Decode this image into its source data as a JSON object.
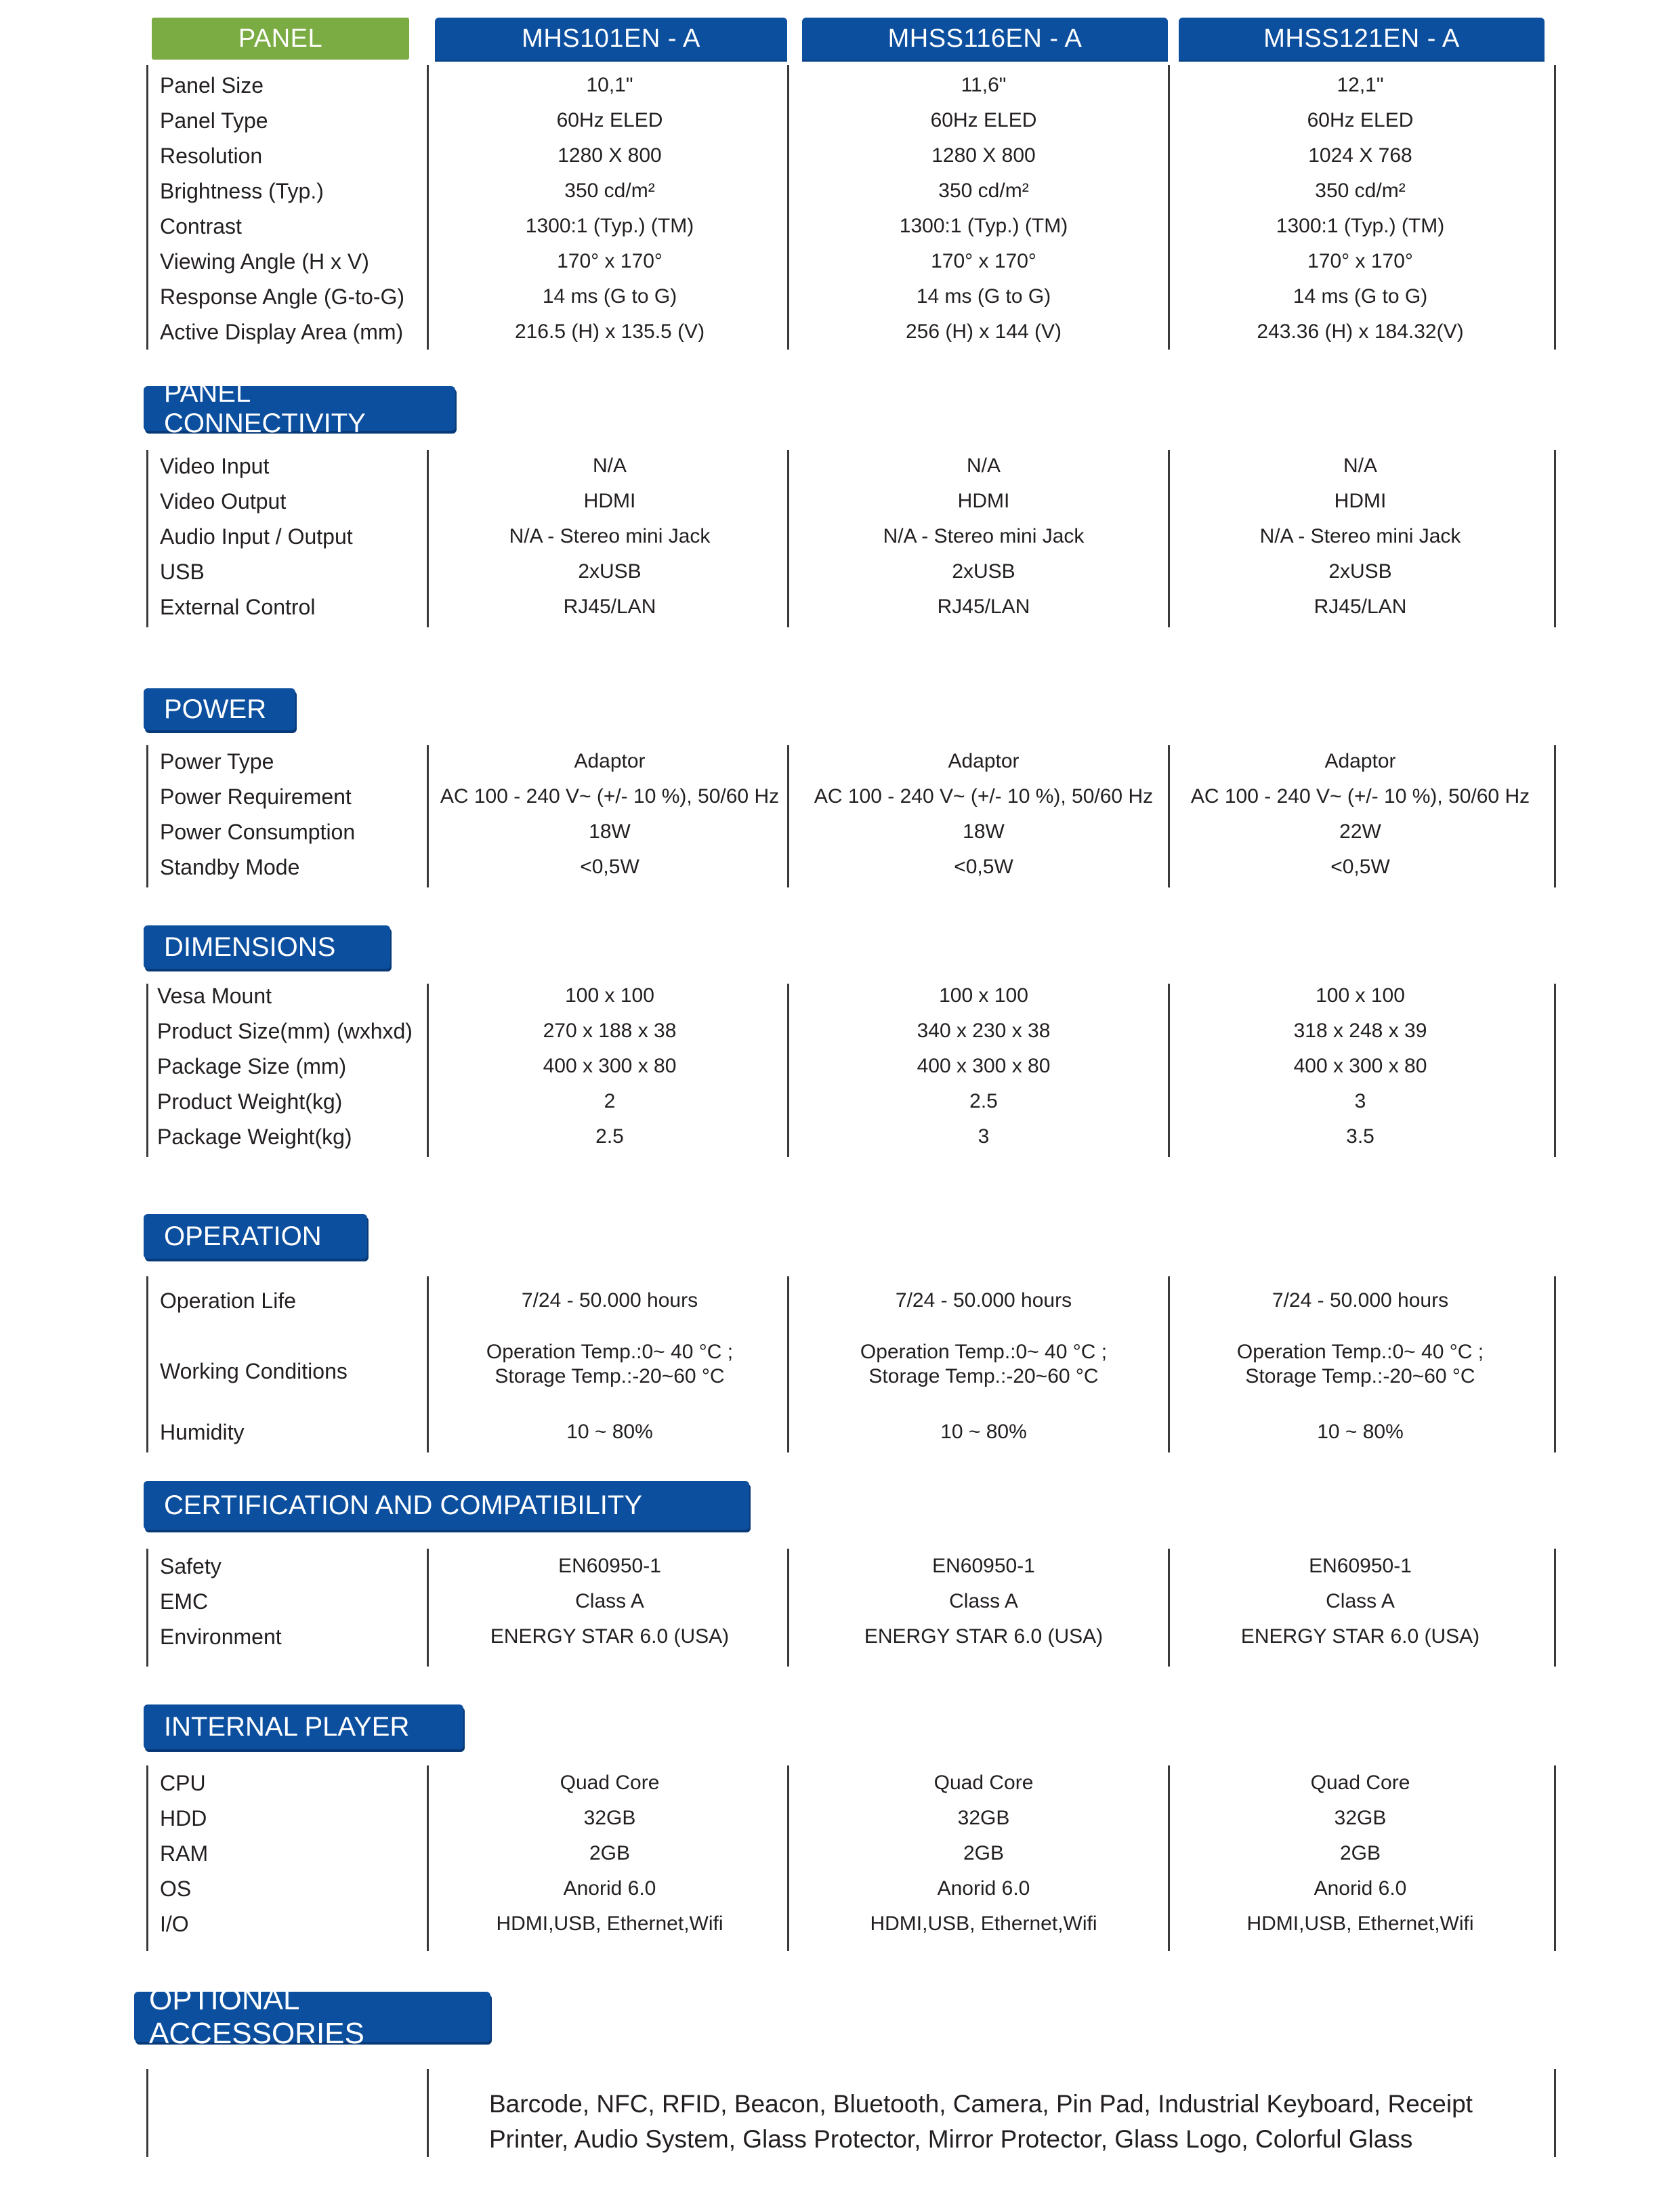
{
  "header": {
    "panel": "PANEL",
    "models": [
      "MHS101EN - A",
      "MHSS116EN - A",
      "MHSS121EN - A"
    ]
  },
  "sections": {
    "panel": {
      "rows": [
        {
          "label": "Panel Size",
          "values": [
            "10,1\"",
            "11,6\"",
            "12,1\""
          ]
        },
        {
          "label": "Panel Type",
          "values": [
            "60Hz ELED",
            "60Hz ELED",
            "60Hz ELED"
          ]
        },
        {
          "label": "Resolution",
          "values": [
            "1280 X 800",
            "1280 X 800",
            "1024 X 768"
          ]
        },
        {
          "label": "Brightness (Typ.)",
          "values": [
            "350 cd/m²",
            "350 cd/m²",
            "350 cd/m²"
          ]
        },
        {
          "label": "Contrast",
          "values": [
            "1300:1 (Typ.) (TM)",
            "1300:1 (Typ.) (TM)",
            "1300:1 (Typ.) (TM)"
          ]
        },
        {
          "label": "Viewing Angle (H x V)",
          "values": [
            "170° x 170°",
            "170° x 170°",
            "170° x 170°"
          ]
        },
        {
          "label": "Response Angle (G-to-G)",
          "values": [
            "14 ms (G to G)",
            "14 ms (G to G)",
            "14 ms (G to G)"
          ]
        },
        {
          "label": "Active Display Area (mm)",
          "values": [
            "216.5 (H) x 135.5 (V)",
            "256 (H) x 144 (V)",
            "243.36 (H) x 184.32(V)"
          ]
        }
      ]
    },
    "connectivity": {
      "title": "PANEL CONNECTIVITY",
      "rows": [
        {
          "label": "Video Input",
          "values": [
            "N/A",
            "N/A",
            "N/A"
          ]
        },
        {
          "label": "Video Output",
          "values": [
            "HDMI",
            "HDMI",
            "HDMI"
          ]
        },
        {
          "label": "Audio Input / Output",
          "values": [
            "N/A - Stereo mini Jack",
            "N/A - Stereo mini Jack",
            "N/A - Stereo mini Jack"
          ]
        },
        {
          "label": "USB",
          "values": [
            "2xUSB",
            "2xUSB",
            "2xUSB"
          ]
        },
        {
          "label": "External Control",
          "values": [
            "RJ45/LAN",
            "RJ45/LAN",
            "RJ45/LAN"
          ]
        }
      ]
    },
    "power": {
      "title": "POWER",
      "rows": [
        {
          "label": "Power Type",
          "values": [
            "Adaptor",
            "Adaptor",
            "Adaptor"
          ]
        },
        {
          "label": "Power Requirement",
          "values": [
            "AC 100 - 240 V~ (+/- 10 %), 50/60 Hz",
            "AC 100 - 240 V~ (+/- 10 %), 50/60 Hz",
            "AC 100 - 240 V~ (+/- 10 %), 50/60 Hz"
          ]
        },
        {
          "label": "Power Consumption",
          "values": [
            "18W",
            "18W",
            "22W"
          ]
        },
        {
          "label": "Standby Mode",
          "values": [
            "<0,5W",
            "<0,5W",
            "<0,5W"
          ]
        }
      ]
    },
    "dimensions": {
      "title": "DIMENSIONS",
      "rows": [
        {
          "label": "Vesa Mount",
          "values": [
            "100 x 100",
            "100 x 100",
            "100 x 100"
          ]
        },
        {
          "label": "Product Size(mm) (wxhxd)",
          "values": [
            "270 x 188 x 38",
            "340 x 230 x 38",
            "318 x 248 x 39"
          ]
        },
        {
          "label": "Package Size (mm)",
          "values": [
            "400 x 300 x 80",
            "400 x 300 x 80",
            "400 x 300 x 80"
          ]
        },
        {
          "label": "Product Weight(kg)",
          "values": [
            "2",
            "2.5",
            "3"
          ]
        },
        {
          "label": "Package Weight(kg)",
          "values": [
            "2.5",
            "3",
            "3.5"
          ]
        }
      ]
    },
    "operation": {
      "title": "OPERATION",
      "rows": [
        {
          "label": "Operation Life",
          "values": [
            "7/24 - 50.000 hours",
            "7/24 - 50.000 hours",
            "7/24 - 50.000 hours"
          ]
        },
        {
          "label": "Working Conditions",
          "values": [
            {
              "line1": "Operation Temp.:0~ 40 °C ;",
              "line2": "Storage Temp.:-20~60 °C"
            },
            {
              "line1": "Operation Temp.:0~ 40 °C ;",
              "line2": "Storage Temp.:-20~60 °C"
            },
            {
              "line1": "Operation Temp.:0~ 40 °C ;",
              "line2": "Storage Temp.:-20~60 °C"
            }
          ]
        },
        {
          "label": "Humidity",
          "values": [
            "10 ~ 80%",
            "10 ~ 80%",
            "10 ~ 80%"
          ]
        }
      ]
    },
    "certification": {
      "title": "CERTIFICATION AND COMPATIBILITY",
      "rows": [
        {
          "label": "Safety",
          "values": [
            "EN60950-1",
            "EN60950-1",
            "EN60950-1"
          ]
        },
        {
          "label": "EMC",
          "values": [
            "Class A",
            "Class A",
            "Class A"
          ]
        },
        {
          "label": "Environment",
          "values": [
            "ENERGY STAR 6.0 (USA)",
            "ENERGY STAR 6.0 (USA)",
            "ENERGY STAR 6.0 (USA)"
          ]
        }
      ]
    },
    "player": {
      "title": "INTERNAL PLAYER",
      "rows": [
        {
          "label": "CPU",
          "values": [
            "Quad Core",
            "Quad Core",
            "Quad Core"
          ]
        },
        {
          "label": "HDD",
          "values": [
            "32GB",
            "32GB",
            "32GB"
          ]
        },
        {
          "label": "RAM",
          "values": [
            "2GB",
            "2GB",
            "2GB"
          ]
        },
        {
          "label": "OS",
          "values": [
            "Anorid 6.0",
            "Anorid 6.0",
            "Anorid 6.0"
          ]
        },
        {
          "label": "I/O",
          "values": [
            "HDMI,USB, Ethernet,Wifi",
            "HDMI,USB, Ethernet,Wifi",
            "HDMI,USB, Ethernet,Wifi"
          ]
        }
      ]
    },
    "accessories": {
      "title": "OPTIONAL ACCESSORIES",
      "line1": "Barcode, NFC, RFID, Beacon, Bluetooth, Camera, Pin Pad, Industrial Keyboard, Receipt",
      "line2": "Printer, Audio System, Glass Protector, Mirror Protector, Glass Logo, Colorful Glass"
    }
  }
}
